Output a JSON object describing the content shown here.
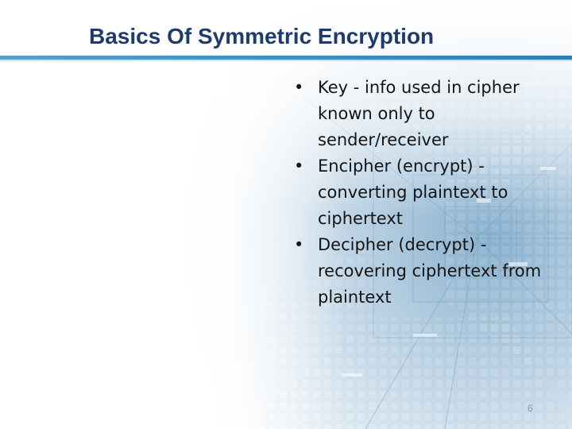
{
  "slide": {
    "title": "Basics Of Symmetric Encryption",
    "bullets": [
      "Key - info used in cipher known only to sender/receiver",
      "Encipher (encrypt) - converting plaintext to ciphertext",
      "Decipher (decrypt) - recovering ciphertext from plaintext"
    ],
    "bullet_glyph": "•",
    "page_number": "6"
  },
  "colors": {
    "title_text": "#1f3b6b",
    "accent_rule": "#3f8fc0",
    "body_text": "#141414",
    "background_tint": "#b7cfe2"
  },
  "icons": {
    "background": "digital-tunnel-graphic"
  }
}
